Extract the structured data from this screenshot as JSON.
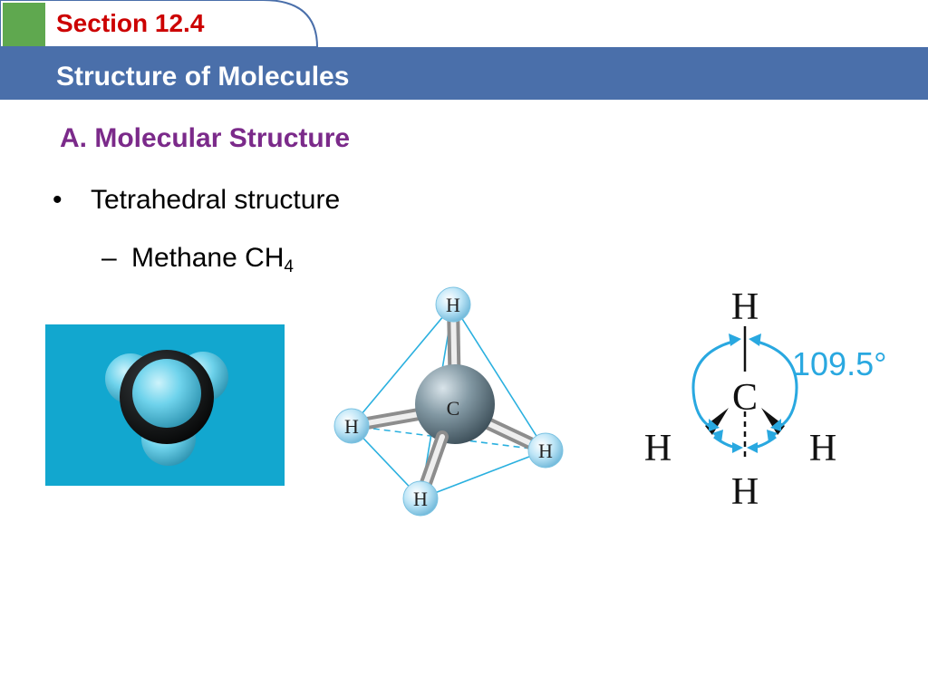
{
  "header": {
    "section_label": "Section 12.4",
    "title": "Structure of Molecules"
  },
  "content": {
    "subheading": "A. Molecular Structure",
    "bullet_symbol": "•",
    "bullet_text": "Tetrahedral structure",
    "sub_dash": "–",
    "sub_text": "Methane CH",
    "sub_subscript": "4"
  },
  "ball_stick": {
    "center_label": "C",
    "top_label": "H",
    "left_label": "H",
    "right_label": "H",
    "bottom_label": "H"
  },
  "lewis": {
    "center_label": "C",
    "top_label": "H",
    "left_label": "H",
    "right_label": "H",
    "bottom_label": "H",
    "angle_label": "109.5°"
  },
  "colors": {
    "header_bar": "#4a6faa",
    "tab_square": "#5fa84f",
    "section_red": "#cc0000",
    "subheading_purple": "#7b2a8a",
    "spacefill_bg": "#12a7cf",
    "arrow_blue": "#29a8e0"
  }
}
